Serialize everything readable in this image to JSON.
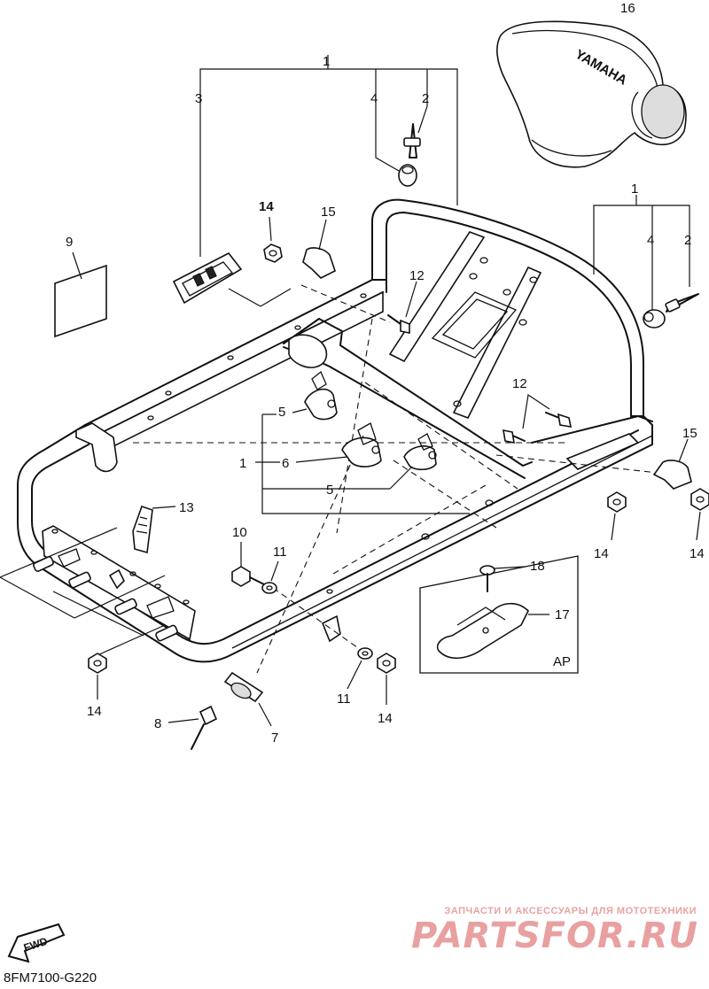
{
  "diagram": {
    "code": "8FM7100-G220",
    "ap_label": "AP",
    "fwd_label": "FWD",
    "hood_brand": "YAMAHA",
    "callouts": [
      {
        "id": "c1-top",
        "text": "1"
      },
      {
        "id": "c3",
        "text": "3"
      },
      {
        "id": "c4-top",
        "text": "4"
      },
      {
        "id": "c2-top",
        "text": "2"
      },
      {
        "id": "c16",
        "text": "16"
      },
      {
        "id": "c14-a",
        "text": "14"
      },
      {
        "id": "c15-a",
        "text": "15"
      },
      {
        "id": "c9",
        "text": "9"
      },
      {
        "id": "c12-a",
        "text": "12"
      },
      {
        "id": "c1-right",
        "text": "1"
      },
      {
        "id": "c4-right",
        "text": "4"
      },
      {
        "id": "c2-right",
        "text": "2"
      },
      {
        "id": "c12-b",
        "text": "12"
      },
      {
        "id": "c15-b",
        "text": "15"
      },
      {
        "id": "c5-a",
        "text": "5"
      },
      {
        "id": "c1-left",
        "text": "1"
      },
      {
        "id": "c6",
        "text": "6"
      },
      {
        "id": "c5-b",
        "text": "5"
      },
      {
        "id": "c13",
        "text": "13"
      },
      {
        "id": "c14-b",
        "text": "14"
      },
      {
        "id": "c14-c",
        "text": "14"
      },
      {
        "id": "c10",
        "text": "10"
      },
      {
        "id": "c11-a",
        "text": "11"
      },
      {
        "id": "c18",
        "text": "18"
      },
      {
        "id": "c17",
        "text": "17"
      },
      {
        "id": "c11-b",
        "text": "11"
      },
      {
        "id": "c14-d",
        "text": "14"
      },
      {
        "id": "c14-e",
        "text": "14"
      },
      {
        "id": "c8",
        "text": "8"
      },
      {
        "id": "c7",
        "text": "7"
      }
    ]
  },
  "watermark": {
    "line": "ЗАПЧАСТИ И АКСЕССУАРЫ ДЛЯ МОТОТЕХНИКИ",
    "logo": "PARTSFOR.RU"
  },
  "colors": {
    "line": "#111111",
    "watermark": "#e9a0a0"
  }
}
